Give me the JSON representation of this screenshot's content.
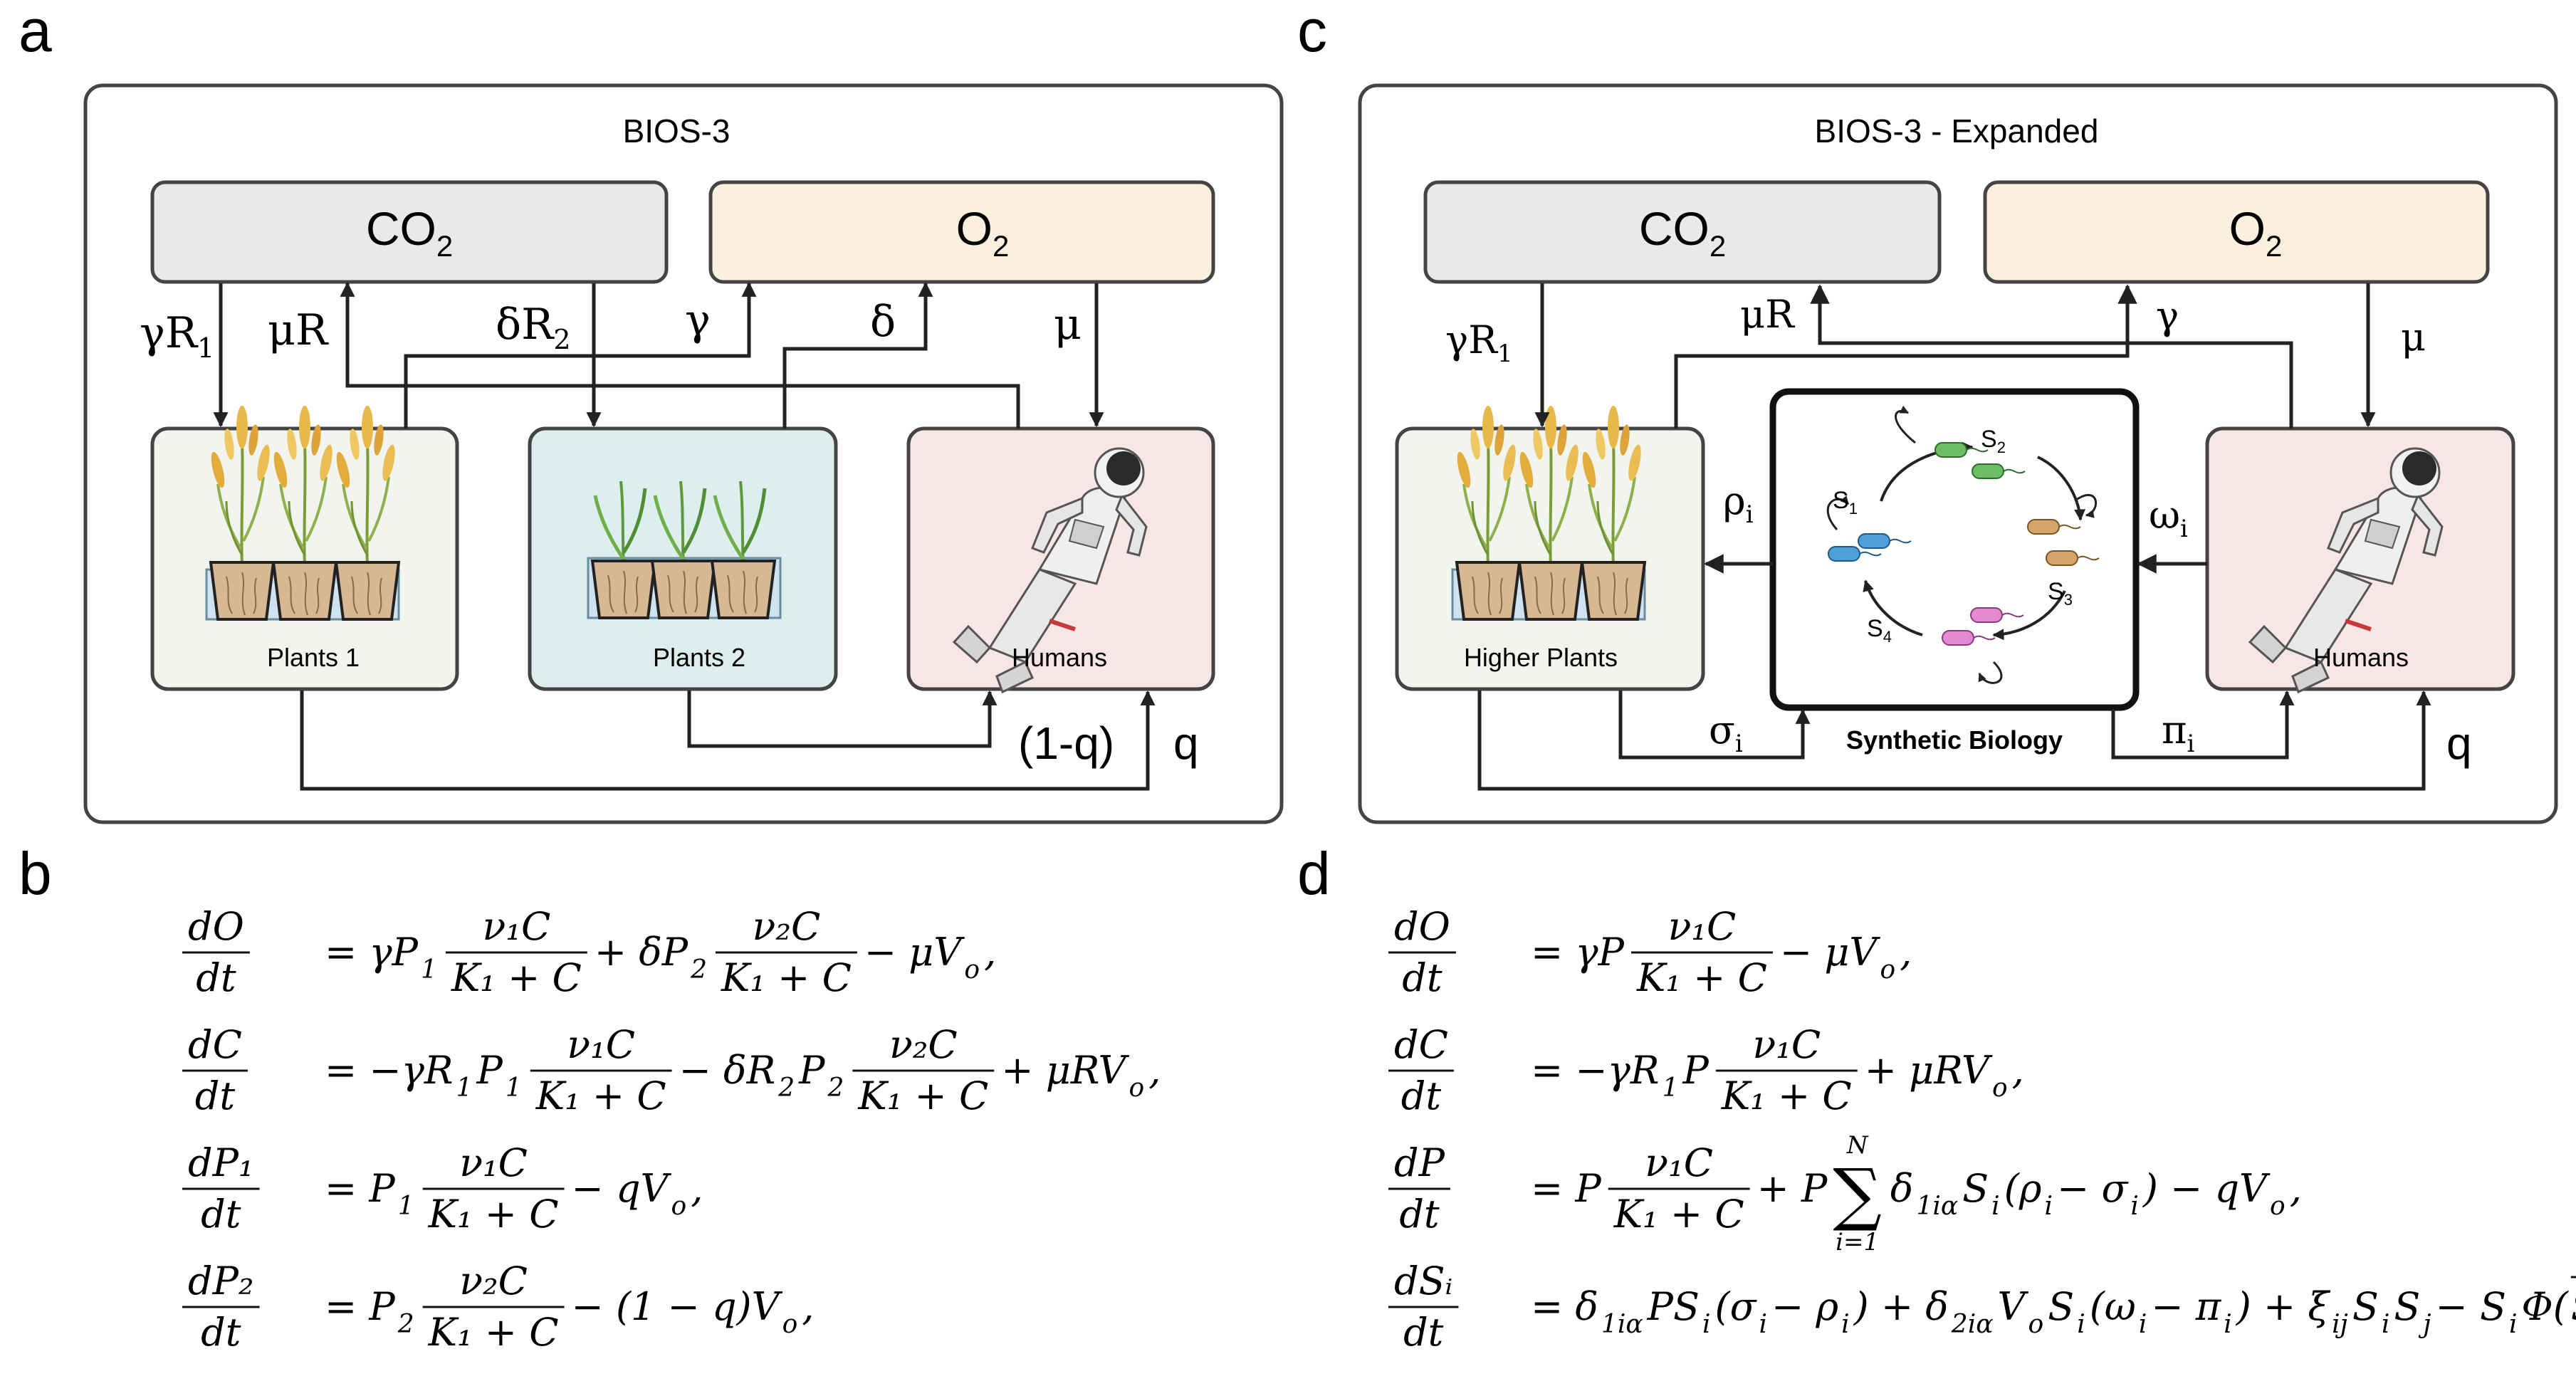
{
  "panel_labels": {
    "a": "a",
    "b": "b",
    "c": "c",
    "d": "d"
  },
  "panel_a": {
    "title": "BIOS-3",
    "co2": {
      "main": "CO",
      "sub": "2"
    },
    "o2": {
      "main": "O",
      "sub": "2"
    },
    "boxes": {
      "plants1": "Plants 1",
      "plants2": "Plants 2",
      "humans": "Humans"
    },
    "arrows": {
      "gamma_r1": {
        "main": "γR",
        "sub": "1"
      },
      "mu_r": "μR",
      "delta_r2": {
        "main": "δR",
        "sub": "2"
      },
      "gamma": "γ",
      "delta": "δ",
      "mu": "μ",
      "one_minus_q": "(1-q)",
      "q": "q"
    }
  },
  "panel_c": {
    "title": "BIOS-3 - Expanded",
    "co2": {
      "main": "CO",
      "sub": "2"
    },
    "o2": {
      "main": "O",
      "sub": "2"
    },
    "boxes": {
      "higher_plants": "Higher Plants",
      "humans": "Humans",
      "synthetic_biology": "Synthetic Biology"
    },
    "species": [
      {
        "main": "S",
        "sub": "1"
      },
      {
        "main": "S",
        "sub": "2"
      },
      {
        "main": "S",
        "sub": "3"
      },
      {
        "main": "S",
        "sub": "4"
      }
    ],
    "arrows": {
      "gamma_r1": {
        "main": "γR",
        "sub": "1"
      },
      "mu_r": "μR",
      "gamma": "γ",
      "mu": "μ",
      "rho": {
        "main": "ρ",
        "sub": "i"
      },
      "omega": {
        "main": "ω",
        "sub": "i"
      },
      "sigma": {
        "main": "σ",
        "sub": "i"
      },
      "pi": {
        "main": "π",
        "sub": "i"
      },
      "q": "q"
    }
  },
  "colors": {
    "co2_fill": "#e9e9e9",
    "o2_fill": "#fbf0de",
    "plants1_fill": "#f1f5ee",
    "plants2_fill": "#dcefec",
    "humans_fill": "#f8e6e6",
    "bacteria_green": "#6cbd64",
    "bacteria_orange": "#d6a56a",
    "bacteria_pink": "#e58ad1",
    "bacteria_blue": "#4f9fd9"
  },
  "equations_b": [
    {
      "lhs": {
        "num": "dO",
        "den": "dt"
      },
      "rhs": [
        {
          "t": "t",
          "v": "= γP"
        },
        {
          "t": "sub",
          "v": "1"
        },
        {
          "t": "frac",
          "num": "ν₁C",
          "den": "K₁ + C"
        },
        {
          "t": "t",
          "v": "+ δP"
        },
        {
          "t": "sub",
          "v": "2"
        },
        {
          "t": "frac",
          "num": "ν₂C",
          "den": "K₁ + C"
        },
        {
          "t": "t",
          "v": "− μV"
        },
        {
          "t": "sub",
          "v": "o"
        },
        {
          "t": "t",
          "v": ","
        }
      ]
    },
    {
      "lhs": {
        "num": "dC",
        "den": "dt"
      },
      "rhs": [
        {
          "t": "t",
          "v": "= −γR"
        },
        {
          "t": "sub",
          "v": "1"
        },
        {
          "t": "t",
          "v": "P"
        },
        {
          "t": "sub",
          "v": "1"
        },
        {
          "t": "frac",
          "num": "ν₁C",
          "den": "K₁ + C"
        },
        {
          "t": "t",
          "v": "− δR"
        },
        {
          "t": "sub",
          "v": "2"
        },
        {
          "t": "t",
          "v": "P"
        },
        {
          "t": "sub",
          "v": "2"
        },
        {
          "t": "frac",
          "num": "ν₂C",
          "den": "K₁ + C"
        },
        {
          "t": "t",
          "v": "+ μRV"
        },
        {
          "t": "sub",
          "v": "o"
        },
        {
          "t": "t",
          "v": ","
        }
      ]
    },
    {
      "lhs": {
        "num": "dP₁",
        "den": "dt"
      },
      "rhs": [
        {
          "t": "t",
          "v": "= P"
        },
        {
          "t": "sub",
          "v": "1"
        },
        {
          "t": "frac",
          "num": "ν₁C",
          "den": "K₁ + C"
        },
        {
          "t": "t",
          "v": "− qV"
        },
        {
          "t": "sub",
          "v": "o"
        },
        {
          "t": "t",
          "v": ","
        }
      ]
    },
    {
      "lhs": {
        "num": "dP₂",
        "den": "dt"
      },
      "rhs": [
        {
          "t": "t",
          "v": "= P"
        },
        {
          "t": "sub",
          "v": "2"
        },
        {
          "t": "frac",
          "num": "ν₂C",
          "den": "K₁ + C"
        },
        {
          "t": "t",
          "v": "− (1 − q)V"
        },
        {
          "t": "sub",
          "v": "o"
        },
        {
          "t": "t",
          "v": ","
        }
      ]
    }
  ],
  "equations_d": [
    {
      "lhs": {
        "num": "dO",
        "den": "dt"
      },
      "rhs": [
        {
          "t": "t",
          "v": "= γP"
        },
        {
          "t": "frac",
          "num": "ν₁C",
          "den": "K₁ + C"
        },
        {
          "t": "t",
          "v": "− μV"
        },
        {
          "t": "sub",
          "v": "o"
        },
        {
          "t": "t",
          "v": ","
        }
      ]
    },
    {
      "lhs": {
        "num": "dC",
        "den": "dt"
      },
      "rhs": [
        {
          "t": "t",
          "v": "= −γR"
        },
        {
          "t": "sub",
          "v": "1"
        },
        {
          "t": "t",
          "v": "P"
        },
        {
          "t": "frac",
          "num": "ν₁C",
          "den": "K₁ + C"
        },
        {
          "t": "t",
          "v": "+ μRV"
        },
        {
          "t": "sub",
          "v": "o"
        },
        {
          "t": "t",
          "v": ","
        }
      ]
    },
    {
      "lhs": {
        "num": "dP",
        "den": "dt"
      },
      "rhs": [
        {
          "t": "t",
          "v": "= P"
        },
        {
          "t": "frac",
          "num": "ν₁C",
          "den": "K₁ + C"
        },
        {
          "t": "t",
          "v": "+ P"
        },
        {
          "t": "sum",
          "top": "N",
          "bottom": "i=1"
        },
        {
          "t": "t",
          "v": "δ"
        },
        {
          "t": "sub",
          "v": "1iα"
        },
        {
          "t": "t",
          "v": "S"
        },
        {
          "t": "sub",
          "v": "i"
        },
        {
          "t": "t",
          "v": "(ρ"
        },
        {
          "t": "sub",
          "v": "i"
        },
        {
          "t": "t",
          "v": " − σ"
        },
        {
          "t": "sub",
          "v": "i"
        },
        {
          "t": "t",
          "v": ") − qV"
        },
        {
          "t": "sub",
          "v": "o"
        },
        {
          "t": "t",
          "v": ","
        }
      ]
    },
    {
      "lhs": {
        "num": "dSᵢ",
        "den": "dt"
      },
      "rhs": [
        {
          "t": "t",
          "v": "= δ"
        },
        {
          "t": "sub",
          "v": "1iα"
        },
        {
          "t": "t",
          "v": "PS"
        },
        {
          "t": "sub",
          "v": "i"
        },
        {
          "t": "t",
          "v": "(σ"
        },
        {
          "t": "sub",
          "v": "i"
        },
        {
          "t": "t",
          "v": " − ρ"
        },
        {
          "t": "sub",
          "v": "i"
        },
        {
          "t": "t",
          "v": ") + δ"
        },
        {
          "t": "sub",
          "v": "2iα"
        },
        {
          "t": "t",
          "v": "V"
        },
        {
          "t": "sub",
          "v": "o"
        },
        {
          "t": "t",
          "v": "S"
        },
        {
          "t": "sub",
          "v": "i"
        },
        {
          "t": "t",
          "v": "(ω"
        },
        {
          "t": "sub",
          "v": "i"
        },
        {
          "t": "t",
          "v": " − π"
        },
        {
          "t": "sub",
          "v": "i"
        },
        {
          "t": "t",
          "v": ") + ξ"
        },
        {
          "t": "sub",
          "v": "ij"
        },
        {
          "t": "t",
          "v": "S"
        },
        {
          "t": "sub",
          "v": "i"
        },
        {
          "t": "t",
          "v": "S"
        },
        {
          "t": "sub",
          "v": "j"
        },
        {
          "t": "t",
          "v": " − S"
        },
        {
          "t": "sub",
          "v": "i"
        },
        {
          "t": "t",
          "v": "Φ("
        },
        {
          "t": "vec",
          "v": "S"
        },
        {
          "t": "t",
          "v": "),"
        }
      ]
    }
  ]
}
